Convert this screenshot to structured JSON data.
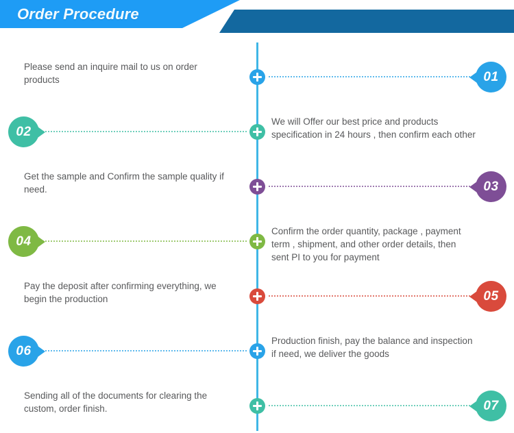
{
  "header": {
    "title": "Order Procedure",
    "light_color": "#1e9cf5",
    "dark_color": "#13689f"
  },
  "timeline": {
    "axis_color": "#3fb6e6",
    "marker_icon": "plus-circle-icon"
  },
  "steps": [
    {
      "number": "01",
      "color": "#29a3e8",
      "side": "left",
      "badge_side": "right",
      "text": "Please send an inquire mail to us on order\nproducts"
    },
    {
      "number": "02",
      "color": "#3fbfa5",
      "side": "right",
      "badge_side": "left",
      "text": "We will Offer our best price and products\nspecification in 24 hours , then confirm each other"
    },
    {
      "number": "03",
      "color": "#7e4e96",
      "side": "left",
      "badge_side": "right",
      "text": "Get the sample and Confirm the sample quality if\nneed."
    },
    {
      "number": "04",
      "color": "#7fb944",
      "side": "right",
      "badge_side": "left",
      "text": "Confirm the order quantity,  package , payment\nterm , shipment, and other  order details, then\nsent PI to you for payment"
    },
    {
      "number": "05",
      "color": "#d94a3c",
      "side": "left",
      "badge_side": "right",
      "text": "Pay the deposit after confirming everything, we\nbegin the production"
    },
    {
      "number": "06",
      "color": "#29a3e8",
      "side": "right",
      "badge_side": "left",
      "text": "Production finish, pay the balance and inspection\nif need, we deliver the goods"
    },
    {
      "number": "07",
      "color": "#3fbfa5",
      "side": "left",
      "badge_side": "right",
      "text": "Sending all of the documents for clearing the\ncustom, order finish."
    }
  ]
}
